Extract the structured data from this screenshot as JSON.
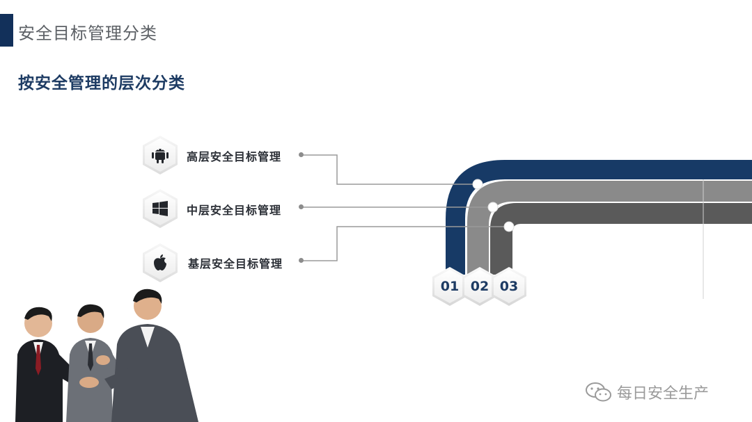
{
  "header": {
    "title": "安全目标管理分类"
  },
  "subtitle": "按安全管理的层次分类",
  "levels": [
    {
      "label": "高层安全目标管理",
      "icon": "android-icon",
      "number": "01",
      "color": "#173a66"
    },
    {
      "label": "中层安全目标管理",
      "icon": "windows-icon",
      "number": "02",
      "color": "#8a8a8a"
    },
    {
      "label": "基层安全目标管理",
      "icon": "apple-icon",
      "number": "03",
      "color": "#5a5a5a"
    }
  ],
  "watermark": {
    "text": "每日安全生产",
    "icon": "wechat-icon"
  },
  "photo": {
    "icon": "businessmen-handshake-photo"
  }
}
